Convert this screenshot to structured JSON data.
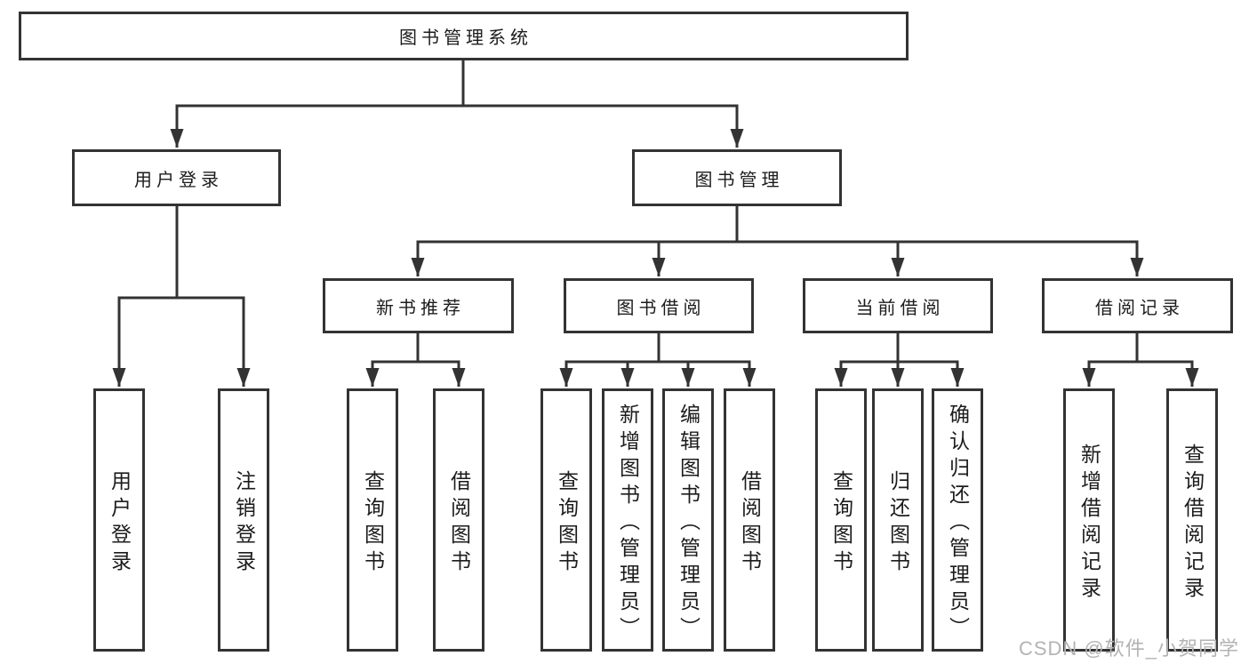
{
  "diagram_title": "图书管理系统",
  "nodes": {
    "root": "图书管理系统",
    "user_login": "用户登录",
    "book_mgmt": "图书管理",
    "new_books": "新书推荐",
    "book_borrow": "图书借阅",
    "current_borrow": "当前借阅",
    "borrow_records": "借阅记录",
    "ul_user_login": "用户登录",
    "ul_logout": "注销登录",
    "nb_query_books": "查询图书",
    "nb_borrow_books": "借阅图书",
    "bb_query_books": "查询图书",
    "bb_add_books": "新增图书（管理员）",
    "bb_edit_books": "编辑图书（管理员）",
    "bb_borrow_books": "借阅图书",
    "cb_query_books": "查询图书",
    "cb_return_books": "归还图书",
    "cb_confirm_return": "确认归还（管理员）",
    "br_add_record": "新增借阅记录",
    "br_query_record": "查询借阅记录"
  },
  "hierarchy": {
    "图书管理系统": {
      "用户登录": [
        "用户登录",
        "注销登录"
      ],
      "图书管理": {
        "新书推荐": [
          "查询图书",
          "借阅图书"
        ],
        "图书借阅": [
          "查询图书",
          "新增图书（管理员）",
          "编辑图书（管理员）",
          "借阅图书"
        ],
        "当前借阅": [
          "查询图书",
          "归还图书",
          "确认归还（管理员）"
        ],
        "借阅记录": [
          "新增借阅记录",
          "查询借阅记录"
        ]
      }
    }
  },
  "watermark": "CSDN @软件_小贺同学",
  "colors": {
    "line": "#333333",
    "border": "#333333",
    "text": "#1c1c1c",
    "background": "#ffffff",
    "watermark": "#b3b3b3"
  }
}
